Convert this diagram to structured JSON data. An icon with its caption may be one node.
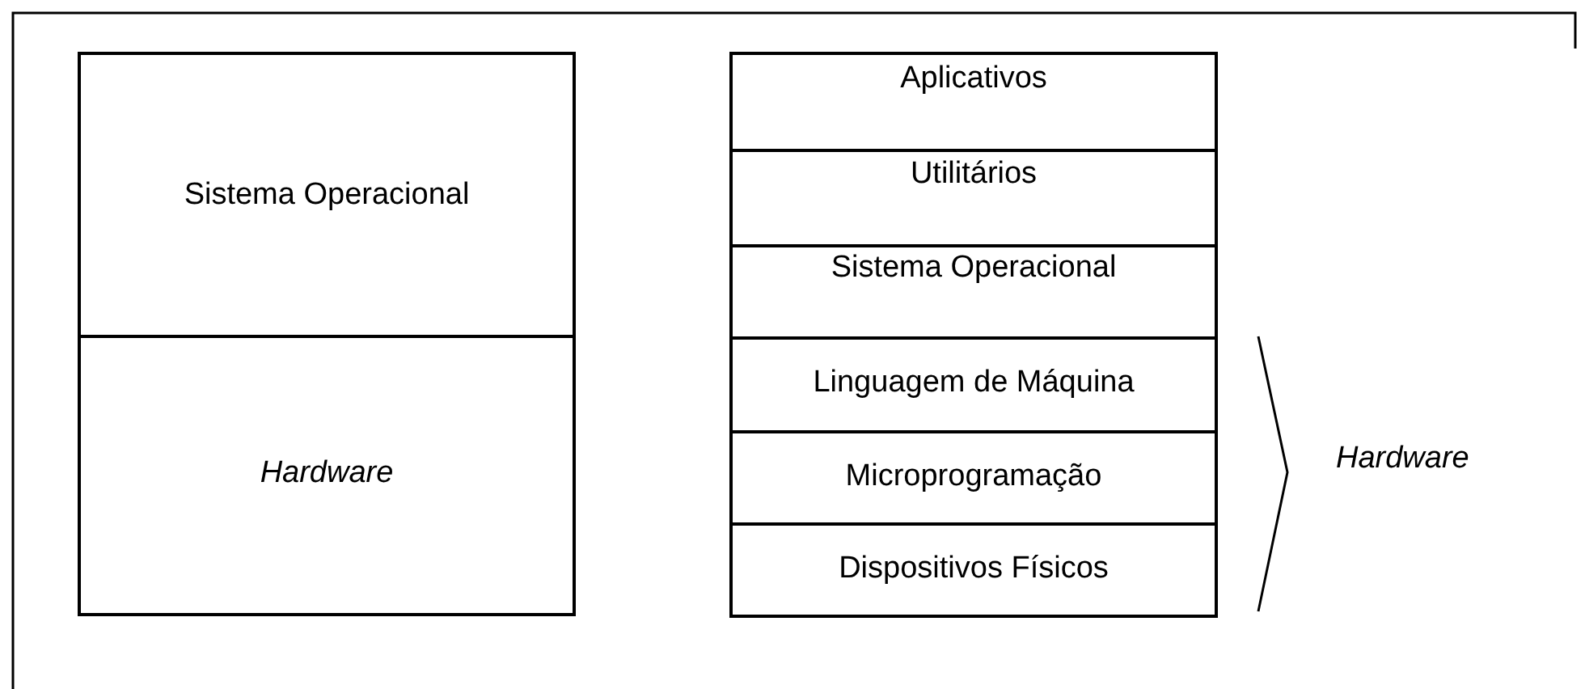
{
  "diagram": {
    "nodes": [
      {
        "text": [
          "Sistema Operacional"
        ]
      },
      {
        "text": [
          "Hardware"
        ]
      },
      {
        "text": [
          "Aplicativos"
        ]
      },
      {
        "text": [
          "Utilitários"
        ]
      },
      {
        "text": [
          "Sistema Operacional"
        ]
      },
      {
        "text": [
          "Linguagem de Máquina"
        ]
      },
      {
        "text": [
          "Microprogramação"
        ]
      },
      {
        "text": [
          "Dispositivos Físicos"
        ]
      }
    ],
    "edges": [],
    "labels": [
      "Hardware"
    ]
  }
}
